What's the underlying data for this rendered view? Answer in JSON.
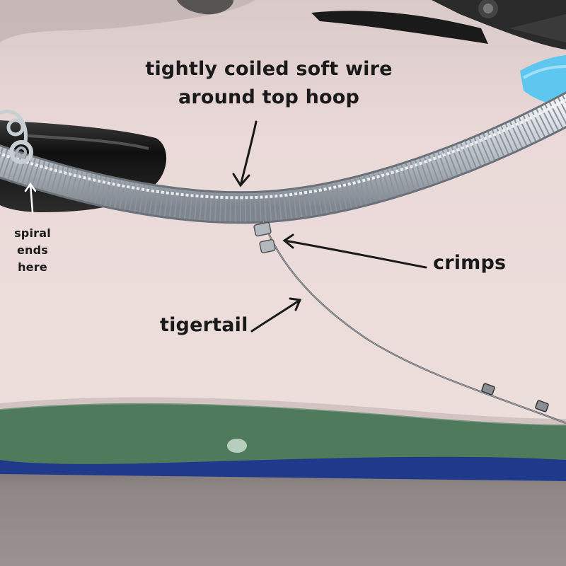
{
  "photo": {
    "subject": "wire-wrapped hoop with crimped tigertail on felt mat",
    "colors": {
      "felt_pink": "#ead9d8",
      "felt_green": "#4f7a5c",
      "felt_blue": "#1f3a8a",
      "table_shadow": "#8b8281",
      "wire_silver": "#c7ccd2",
      "plier_handle": "#5ec7ef",
      "bead_black": "#141414"
    },
    "icons": [
      "pliers-icon",
      "bead-icon",
      "crimp-bead-icon",
      "arrow-icon"
    ]
  },
  "annotations": {
    "title_line1": "tightly coiled soft wire",
    "title_line2": "around top hoop",
    "spiral_line1": "spiral",
    "spiral_line2": "ends",
    "spiral_line3": "here",
    "crimps": "crimps",
    "tigertail": "tigertail"
  }
}
